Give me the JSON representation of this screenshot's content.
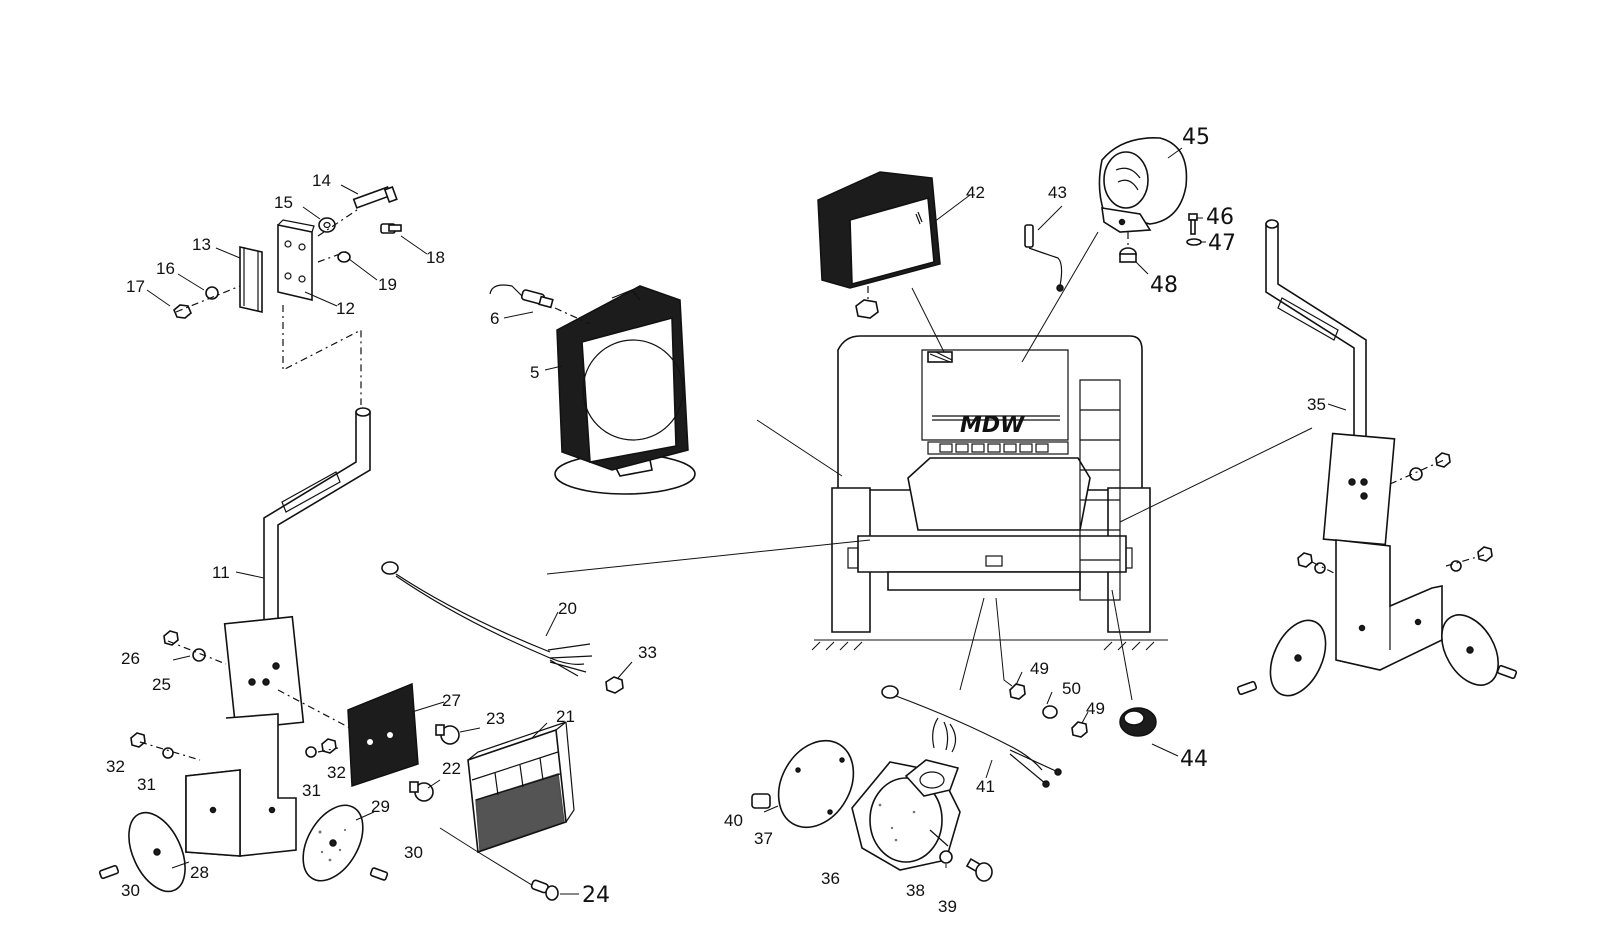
{
  "diagram": {
    "callouts": [
      {
        "id": "label-14",
        "text": "14"
      },
      {
        "id": "label-15",
        "text": "15"
      },
      {
        "id": "label-13",
        "text": "13"
      },
      {
        "id": "label-18",
        "text": "18"
      },
      {
        "id": "label-16",
        "text": "16"
      },
      {
        "id": "label-19",
        "text": "19"
      },
      {
        "id": "label-17",
        "text": "17"
      },
      {
        "id": "label-12",
        "text": "12"
      },
      {
        "id": "label-6",
        "text": "6"
      },
      {
        "id": "label-5",
        "text": "5"
      },
      {
        "id": "label-11",
        "text": "11"
      },
      {
        "id": "label-20",
        "text": "20"
      },
      {
        "id": "label-33",
        "text": "33"
      },
      {
        "id": "label-26",
        "text": "26"
      },
      {
        "id": "label-25",
        "text": "25"
      },
      {
        "id": "label-27",
        "text": "27"
      },
      {
        "id": "label-23",
        "text": "23"
      },
      {
        "id": "label-21",
        "text": "21"
      },
      {
        "id": "label-32a",
        "text": "32"
      },
      {
        "id": "label-31a",
        "text": "31"
      },
      {
        "id": "label-31b",
        "text": "31"
      },
      {
        "id": "label-32b",
        "text": "32"
      },
      {
        "id": "label-22",
        "text": "22"
      },
      {
        "id": "label-29",
        "text": "29"
      },
      {
        "id": "label-30a",
        "text": "30"
      },
      {
        "id": "label-28",
        "text": "28"
      },
      {
        "id": "label-30b",
        "text": "30"
      },
      {
        "id": "label-24",
        "text": "24"
      },
      {
        "id": "label-42",
        "text": "42"
      },
      {
        "id": "label-43",
        "text": "43"
      },
      {
        "id": "label-45",
        "text": "45"
      },
      {
        "id": "label-46",
        "text": "46"
      },
      {
        "id": "label-47",
        "text": "47"
      },
      {
        "id": "label-48",
        "text": "48"
      },
      {
        "id": "label-35",
        "text": "35"
      },
      {
        "id": "label-49a",
        "text": "49"
      },
      {
        "id": "label-50",
        "text": "50"
      },
      {
        "id": "label-49b",
        "text": "49"
      },
      {
        "id": "label-44",
        "text": "44"
      },
      {
        "id": "label-41",
        "text": "41"
      },
      {
        "id": "label-40",
        "text": "40"
      },
      {
        "id": "label-37",
        "text": "37"
      },
      {
        "id": "label-36",
        "text": "36"
      },
      {
        "id": "label-38",
        "text": "38"
      },
      {
        "id": "label-39",
        "text": "39"
      }
    ],
    "machine_brand": "MDW"
  }
}
